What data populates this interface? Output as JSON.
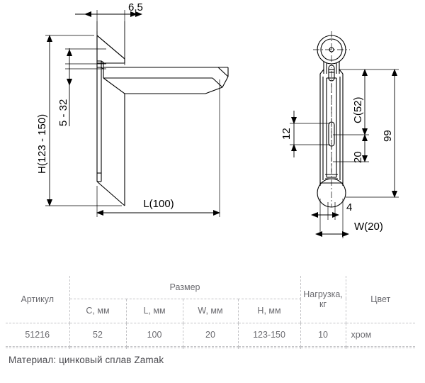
{
  "drawing": {
    "left_view": {
      "name": "side-elevation-view",
      "dimensions": {
        "thickness_top": "6,5",
        "slot_range": "5 - 32",
        "height": "H(123 - 150)",
        "length": "L(100)"
      }
    },
    "right_view": {
      "name": "front-elevation-view",
      "dimensions": {
        "slot_length": "12",
        "hole_spacing": "C(52)",
        "lower_offset": "20",
        "overall_height": "99",
        "plate_thickness": "4",
        "width": "W(20)"
      }
    }
  },
  "spec_table": {
    "group_header": "Размер",
    "columns": [
      {
        "key": "article",
        "label": "Артикул"
      },
      {
        "key": "c",
        "label": "C, мм"
      },
      {
        "key": "l",
        "label": "L, мм"
      },
      {
        "key": "w",
        "label": "W, мм"
      },
      {
        "key": "h",
        "label": "H, мм"
      },
      {
        "key": "load",
        "label": "Нагрузка, кг"
      },
      {
        "key": "color",
        "label": "Цвет"
      }
    ],
    "load_label_line1": "Нагрузка,",
    "load_label_line2": "кг",
    "rows": [
      {
        "article": "51216",
        "c": "52",
        "l": "100",
        "w": "20",
        "h": "123-150",
        "load": "10",
        "color": "хром"
      }
    ],
    "empty_rows": 2
  },
  "footer": {
    "material_note": "Материал: цинковый сплав Zamak"
  },
  "colors": {
    "line": "#000000",
    "table_text": "#6b6b70",
    "table_frame": "#8a8a8f",
    "table_grid": "#c3c3c6",
    "footer_text": "#4a4a4f"
  }
}
